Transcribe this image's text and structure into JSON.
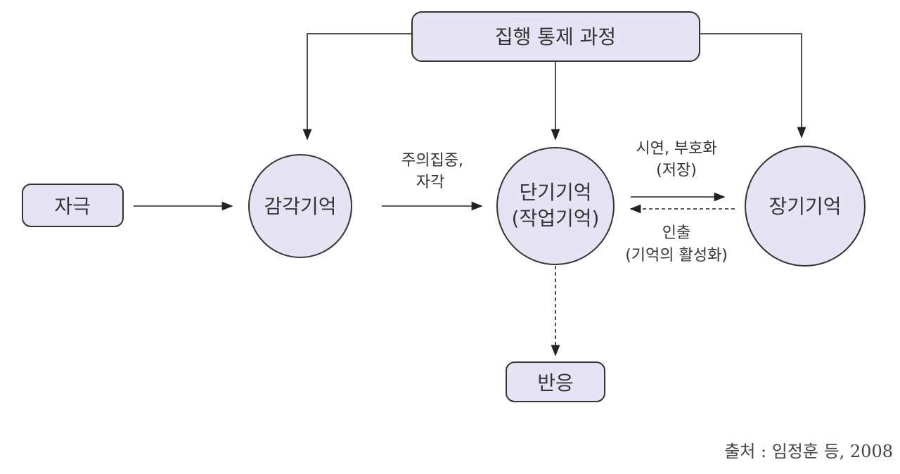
{
  "nodes": {
    "executive": "집행 통제 과정",
    "stimulus": "자극",
    "sensory": "감각기억",
    "short_term_1": "단기기억",
    "short_term_2": "(작업기억)",
    "long_term": "장기기억",
    "response": "반응"
  },
  "edges": {
    "attention_1": "주의집중,",
    "attention_2": "자각",
    "rehearsal_1": "시연, 부호화",
    "rehearsal_2": "(저장)",
    "retrieval_1": "인출",
    "retrieval_2": "(기억의 활성화)"
  },
  "source": "출처 : 임정훈 등, 2008",
  "colors": {
    "node_fill": "#e6e4f4",
    "stroke": "#333333"
  }
}
